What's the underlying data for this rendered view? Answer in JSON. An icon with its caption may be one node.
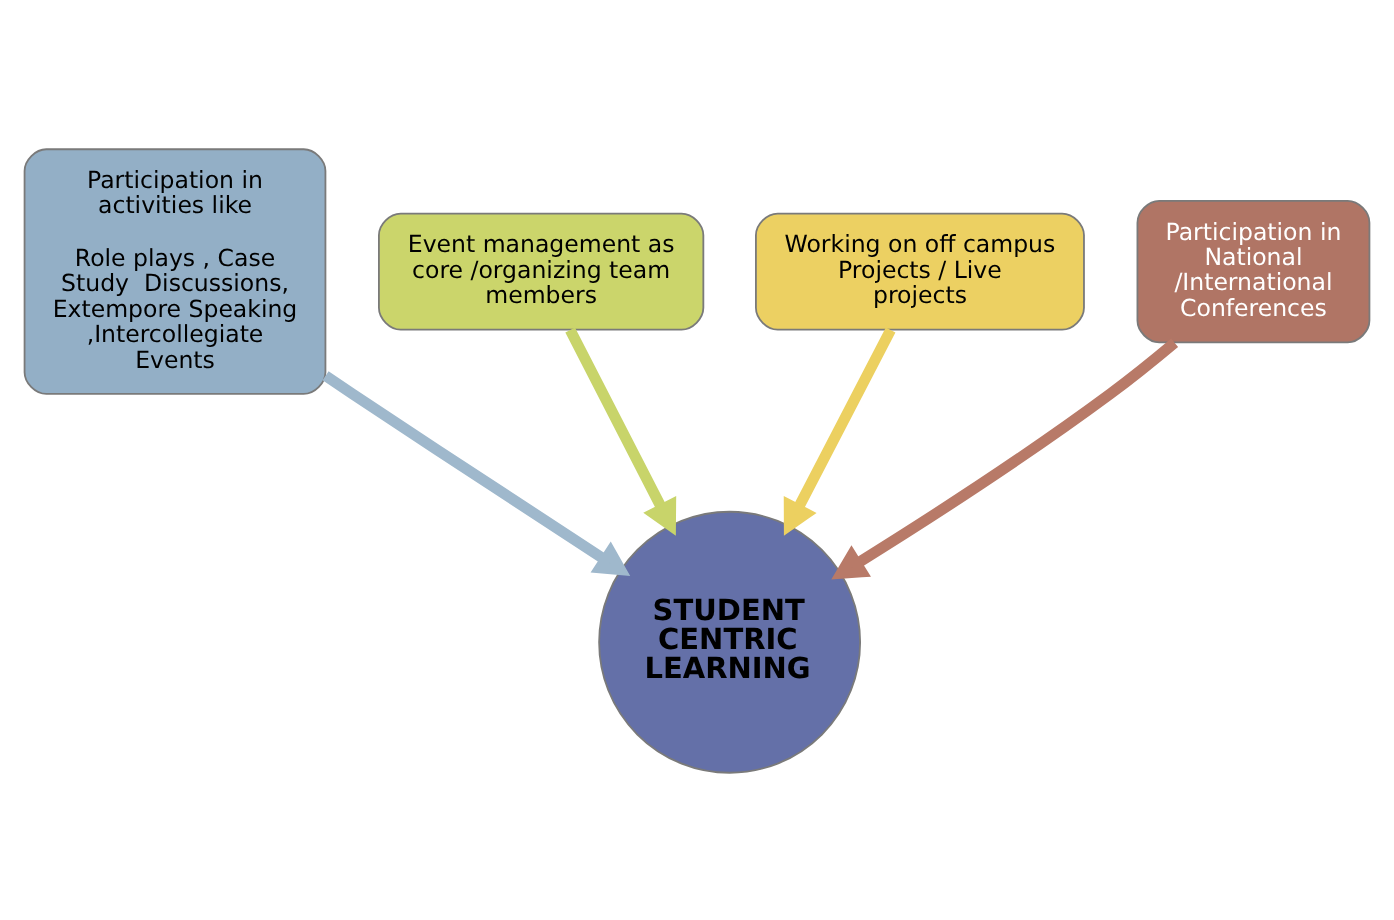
{
  "diagram": {
    "nodes": [
      {
        "text": [
          "Participation in activities like",
          "Role plays , Case Study  Discussions, Extempore Speaking ,Intercollegiate Events"
        ]
      },
      {
        "text": [
          "Event management as core /organizing team members"
        ]
      },
      {
        "text": [
          "Working on off campus Projects / Live projects"
        ]
      },
      {
        "text": [
          "Participation in National /International Conferences"
        ]
      },
      {
        "text": [
          "STUDENT CENTRIC LEARNING"
        ]
      }
    ],
    "edges": [
      {
        "from": 0,
        "to": 4,
        "arrow": "to",
        "color": "#9fb8cc"
      },
      {
        "from": 1,
        "to": 4,
        "arrow": "to",
        "color": "#c8d46a"
      },
      {
        "from": 2,
        "to": 4,
        "arrow": "to",
        "color": "#ecd060"
      },
      {
        "from": 3,
        "to": 4,
        "arrow": "to",
        "color": "#b87a68"
      }
    ]
  }
}
